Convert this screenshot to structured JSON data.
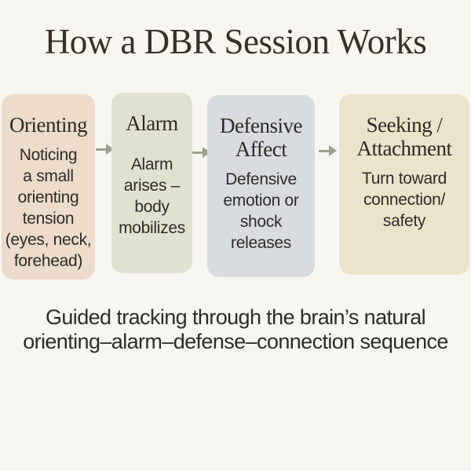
{
  "title": "How a DBR Session Works",
  "caption": "Guided tracking through the brain’s natural\norienting–alarm–defense–connection sequence",
  "colors": {
    "background": "#f8f6f1",
    "title_text": "#38312a",
    "heading_text": "#2d2a24",
    "body_text": "#2e2c28",
    "arrow": "#9da08e"
  },
  "flow": {
    "boxes": [
      {
        "heading": "Orienting",
        "body": "Noticing\na small\norienting\ntension\n(eyes, neck,\nforehead)",
        "color": "#ecdcc9"
      },
      {
        "heading": "Alarm",
        "body": "Alarm\narises –\nbody\nmobilizes",
        "color": "#e1e1d0"
      },
      {
        "heading": "Defensive\nAffect",
        "body": "Defensive\nemotion or\nshock\nreleases",
        "color": "#d8dce1"
      },
      {
        "heading": "Seeking /\nAttachment",
        "body": "Turn toward\nconnection/\nsafety",
        "color": "#ebe4ca"
      }
    ]
  }
}
